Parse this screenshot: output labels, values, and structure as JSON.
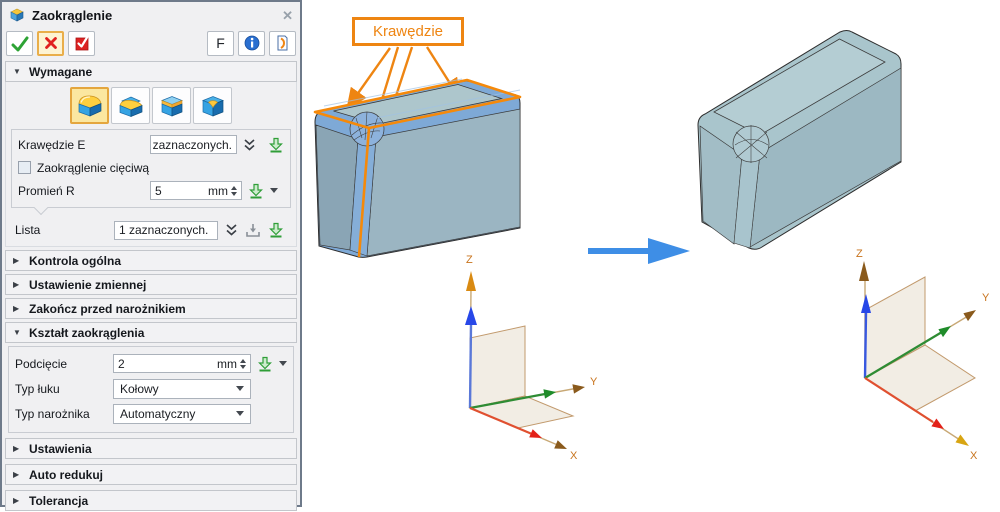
{
  "dialog": {
    "title": "Zaokrąglenie",
    "toolbar": {
      "f_label": "F",
      "icons": [
        "ok-check",
        "cancel-x",
        "apply-checkbox",
        "f-key",
        "info",
        "pin-document"
      ]
    },
    "sections": {
      "wymagane": "Wymagane",
      "kontrola": "Kontrola ogólna",
      "ustawienie_zmiennej": "Ustawienie zmiennej",
      "zakoncz": "Zakończ przed narożnikiem",
      "ksztalt": "Kształt zaokrąglenia",
      "ustawienia": "Ustawienia",
      "auto_redukuj": "Auto redukuj",
      "tolerancja": "Tolerancja"
    },
    "fields": {
      "krawedzie_label": "Krawędzie E",
      "krawedzie_value": "zaznaczonych.",
      "chord_label": "Zaokrąglenie cięciwą",
      "chord_checked": false,
      "promien_label": "Promień R",
      "promien_value": "5",
      "promien_unit": "mm",
      "lista_label": "Lista",
      "lista_value": "1 zaznaczonych.",
      "podciecie_label": "Podcięcie",
      "podciecie_value": "2",
      "podciecie_unit": "mm",
      "typ_luku_label": "Typ łuku",
      "typ_luku_value": "Kołowy",
      "typ_naroznika_label": "Typ narożnika",
      "typ_naroznika_value": "Automatyczny"
    }
  },
  "canvas": {
    "callout": "Krawędzie",
    "axes": {
      "x": "X",
      "y": "Y",
      "z": "Z"
    }
  },
  "colors": {
    "accent_orange": "#EE8512",
    "selection_yellow": "#FBE7A0",
    "selection_border": "#E4A63E",
    "transform_arrow_blue": "#3E8EE6",
    "fillet_band_blue": "#7EA9D6",
    "body_top": "#ADC6CC",
    "body_left": "#8AA5B5",
    "body_right": "#9BB5C2",
    "after_body": "#A9C5CC",
    "axis_red": "#E32119",
    "axis_green": "#1F8C2A",
    "axis_blue": "#2747E8",
    "axis_brown": "#8A5A1C",
    "plane_beige": "#F1EBE2"
  }
}
